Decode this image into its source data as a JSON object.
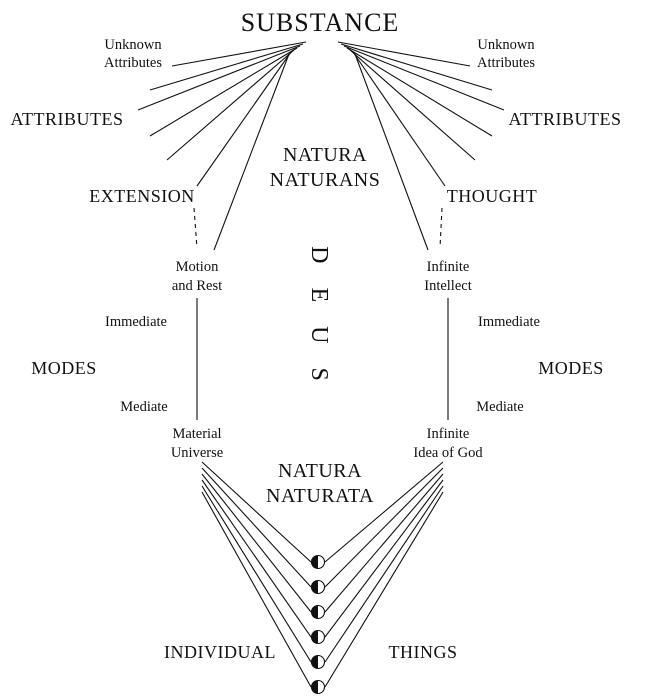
{
  "colors": {
    "background": "#ffffff",
    "ink": "#111111"
  },
  "labels": {
    "substance": "SUBSTANCE",
    "unknown_attributes": {
      "line1": "Unknown",
      "line2": "Attributes"
    },
    "attributes": "ATTRIBUTES",
    "natura_naturans": {
      "line1": "NATURA",
      "line2": "NATURANS"
    },
    "extension": "EXTENSION",
    "thought": "THOUGHT",
    "motion_and_rest": {
      "line1": "Motion",
      "line2": "and Rest"
    },
    "infinite_intellect": {
      "line1": "Infinite",
      "line2": "Intellect"
    },
    "deus": "D E U S",
    "immediate": "Immediate",
    "modes": "MODES",
    "mediate": "Mediate",
    "material_universe": {
      "line1": "Material",
      "line2": "Universe"
    },
    "infinite_idea_of_god": {
      "line1": "Infinite",
      "line2": "Idea of God"
    },
    "natura_naturata": {
      "line1": "NATURA",
      "line2": "NATURATA"
    },
    "individual": "INDIVIDUAL",
    "things": "THINGS"
  }
}
